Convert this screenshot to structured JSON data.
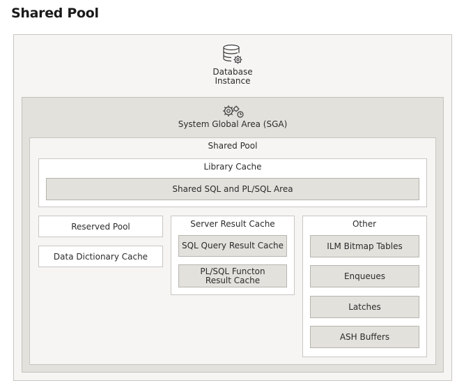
{
  "title": "Shared Pool",
  "database": {
    "line1": "Database",
    "line2": "Instance",
    "icon": "database-gear-icon"
  },
  "sga": {
    "label": "System Global Area (SGA)",
    "icon": "gears-clock-icon"
  },
  "shared_pool": {
    "label": "Shared Pool",
    "library_cache": {
      "label": "Library Cache",
      "item": "Shared SQL and PL/SQL Area"
    },
    "left_items": [
      "Reserved Pool",
      "Data Dictionary Cache"
    ],
    "server_result_cache": {
      "label": "Server Result Cache",
      "items": [
        "SQL Query Result Cache",
        "PL/SQL Functon",
        "Result Cache"
      ]
    },
    "other": {
      "label": "Other",
      "items": [
        "ILM Bitmap Tables",
        "Enqueues",
        "Latches",
        "ASH Buffers"
      ]
    }
  },
  "colors": {
    "grey_fill": "#e3e1dc",
    "panel_fill": "#f6f5f3",
    "border": "#c9c6c2"
  }
}
